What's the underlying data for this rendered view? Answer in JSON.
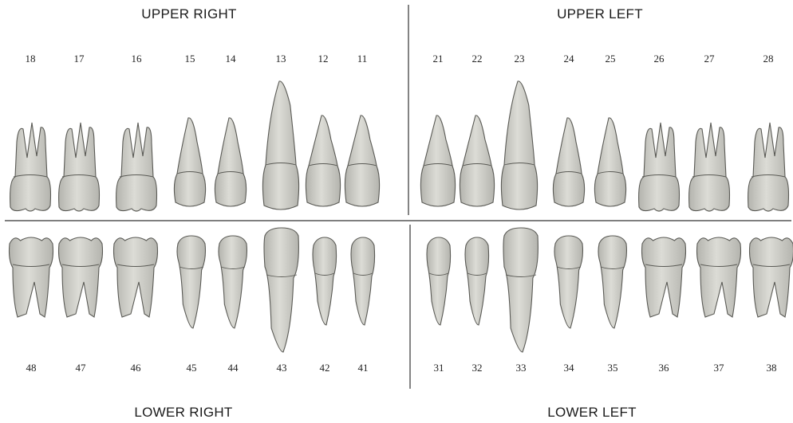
{
  "quadrants": {
    "upper_right": "UPPER RIGHT",
    "upper_left": "UPPER LEFT",
    "lower_right": "LOWER RIGHT",
    "lower_left": "LOWER LEFT"
  },
  "teeth": {
    "upper_right": [
      {
        "number": "18",
        "type": "molar"
      },
      {
        "number": "17",
        "type": "molar"
      },
      {
        "number": "16",
        "type": "molar"
      },
      {
        "number": "15",
        "type": "premolar"
      },
      {
        "number": "14",
        "type": "premolar"
      },
      {
        "number": "13",
        "type": "canine"
      },
      {
        "number": "12",
        "type": "incisor"
      },
      {
        "number": "11",
        "type": "incisor"
      }
    ],
    "upper_left": [
      {
        "number": "21",
        "type": "incisor"
      },
      {
        "number": "22",
        "type": "incisor"
      },
      {
        "number": "23",
        "type": "canine"
      },
      {
        "number": "24",
        "type": "premolar"
      },
      {
        "number": "25",
        "type": "premolar"
      },
      {
        "number": "26",
        "type": "molar"
      },
      {
        "number": "27",
        "type": "molar"
      },
      {
        "number": "28",
        "type": "molar"
      }
    ],
    "lower_right": [
      {
        "number": "48",
        "type": "molar"
      },
      {
        "number": "47",
        "type": "molar"
      },
      {
        "number": "46",
        "type": "molar"
      },
      {
        "number": "45",
        "type": "premolar"
      },
      {
        "number": "44",
        "type": "premolar"
      },
      {
        "number": "43",
        "type": "canine"
      },
      {
        "number": "42",
        "type": "incisor"
      },
      {
        "number": "41",
        "type": "incisor"
      }
    ],
    "lower_left": [
      {
        "number": "31",
        "type": "incisor"
      },
      {
        "number": "32",
        "type": "incisor"
      },
      {
        "number": "33",
        "type": "canine"
      },
      {
        "number": "34",
        "type": "premolar"
      },
      {
        "number": "35",
        "type": "premolar"
      },
      {
        "number": "36",
        "type": "molar"
      },
      {
        "number": "37",
        "type": "molar"
      },
      {
        "number": "38",
        "type": "molar"
      }
    ]
  },
  "colors": {
    "tooth_fill": "#dcdcd6",
    "tooth_shade": "#b4b4ae",
    "tooth_outline": "#5a5a55",
    "divider": "#333333"
  }
}
